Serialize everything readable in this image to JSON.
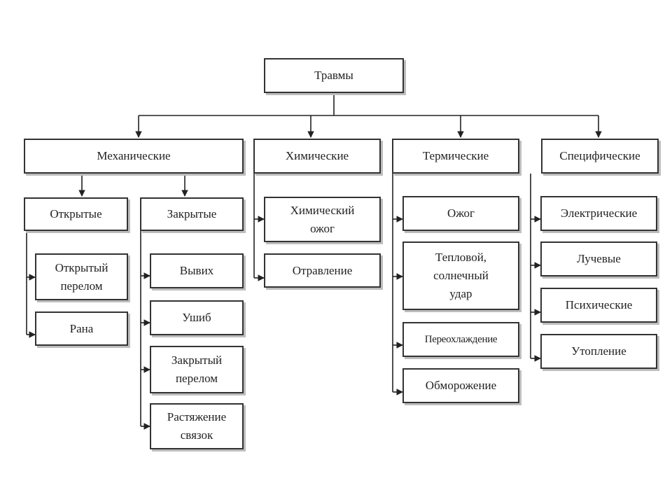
{
  "root": "Травмы",
  "categories": {
    "mechanical": "Механические",
    "chemical": "Химические",
    "thermal": "Термические",
    "specific": "Специфические"
  },
  "mechanical": {
    "open": {
      "label": "Открытые",
      "items": [
        "Открытый\nперелом",
        "Рана"
      ]
    },
    "closed": {
      "label": "Закрытые",
      "items": [
        "Вывих",
        "Ушиб",
        "Закрытый\nперелом",
        "Растяжение\nсвязок"
      ]
    }
  },
  "chemical": {
    "items": [
      "Химический\nожог",
      "Отравление"
    ]
  },
  "thermal": {
    "items": [
      "Ожог",
      "Тепловой,\nсолнечный\nудар",
      "Переохлаждение",
      "Обморожение"
    ]
  },
  "specific": {
    "items": [
      "Электрические",
      "Лучевые",
      "Психические",
      "Утопление"
    ]
  }
}
